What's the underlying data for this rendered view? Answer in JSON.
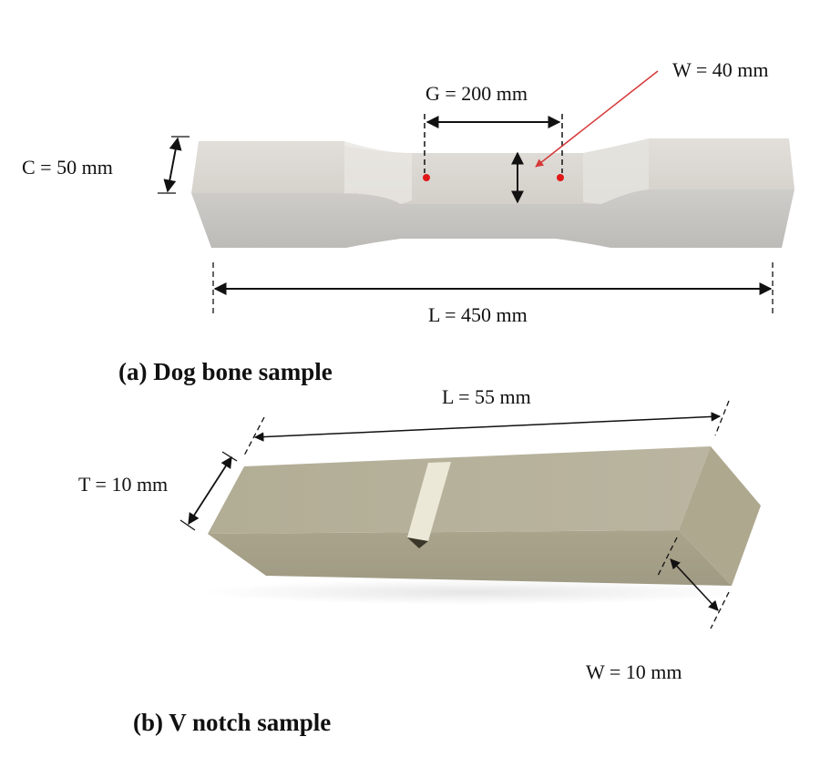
{
  "panel_a": {
    "caption": "(a) Dog bone sample",
    "dimensions": {
      "C": "C = 50 mm",
      "G": "G = 200 mm",
      "W": "W = 40 mm",
      "L": "L = 450 mm"
    },
    "colors": {
      "specimen_top": "#d9d6d0",
      "specimen_side": "#c8c6c2",
      "gauge_marker": "#e01818",
      "pointer_arrow": "#d63a3a"
    }
  },
  "panel_b": {
    "caption": "(b) V notch sample",
    "dimensions": {
      "L": "L = 55 mm",
      "T": "T = 10 mm",
      "W": "W = 10 mm"
    },
    "colors": {
      "specimen_top": "#b3ad93",
      "specimen_side": "#a6a088",
      "notch": "#ece8d8"
    }
  }
}
